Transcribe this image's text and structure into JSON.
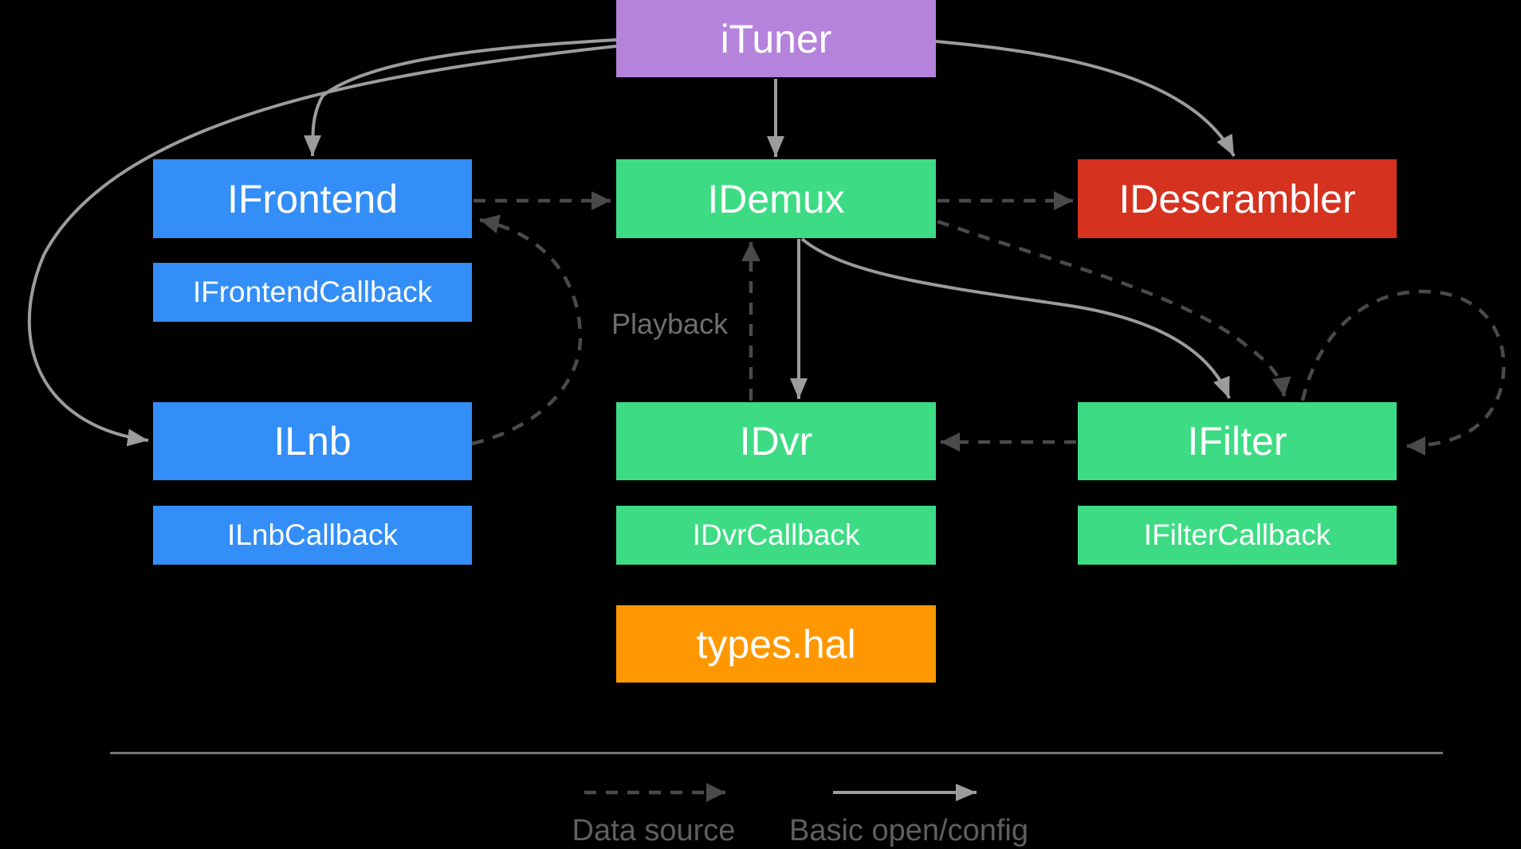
{
  "nodes": {
    "ituner": {
      "label": "iTuner",
      "color": "#b583db"
    },
    "ifrontend": {
      "label": "IFrontend",
      "color": "#338ef7"
    },
    "ifrontend_callback": {
      "label": "IFrontendCallback",
      "color": "#338ef7"
    },
    "ilnb": {
      "label": "ILnb",
      "color": "#338ef7"
    },
    "ilnb_callback": {
      "label": "ILnbCallback",
      "color": "#338ef7"
    },
    "idemux": {
      "label": "IDemux",
      "color": "#3ddc84"
    },
    "idvr": {
      "label": "IDvr",
      "color": "#3ddc84"
    },
    "idvr_callback": {
      "label": "IDvrCallback",
      "color": "#3ddc84"
    },
    "types_hal": {
      "label": "types.hal",
      "color": "#ff9800"
    },
    "idescrambler": {
      "label": "IDescrambler",
      "color": "#d5321f"
    },
    "ifilter": {
      "label": "IFilter",
      "color": "#3ddc84"
    },
    "ifilter_callback": {
      "label": "IFilterCallback",
      "color": "#3ddc84"
    }
  },
  "annotations": {
    "playback": "Playback"
  },
  "legend": {
    "data_source": "Data source",
    "basic_open_config": "Basic open/config"
  },
  "edges": [
    {
      "from": "iTuner",
      "to": "IDemux",
      "type": "solid"
    },
    {
      "from": "iTuner",
      "to": "IFrontend",
      "type": "solid"
    },
    {
      "from": "iTuner",
      "to": "ILnb",
      "type": "solid"
    },
    {
      "from": "iTuner",
      "to": "IDescrambler",
      "type": "solid"
    },
    {
      "from": "IDemux",
      "to": "IDvr",
      "type": "solid"
    },
    {
      "from": "IDemux",
      "to": "IFilter",
      "type": "solid"
    },
    {
      "from": "IFrontend",
      "to": "IDemux",
      "type": "dashed"
    },
    {
      "from": "IDemux",
      "to": "IDescrambler",
      "type": "dashed"
    },
    {
      "from": "IDvr",
      "to": "IDemux",
      "type": "dashed",
      "label": "Playback"
    },
    {
      "from": "IFilter",
      "to": "IDvr",
      "type": "dashed"
    },
    {
      "from": "ILnb",
      "to": "IFrontend",
      "type": "dashed"
    },
    {
      "from": "IDemux",
      "to": "IFilter",
      "type": "dashed"
    },
    {
      "from": "IFilter",
      "to": "IFilter",
      "type": "dashed"
    }
  ],
  "legend_meaning": {
    "dashed": "Data source",
    "solid": "Basic open/config"
  },
  "colors": {
    "background": "#000000",
    "solid_arrow": "#9c9c9c",
    "dashed_arrow": "#4a4a4a",
    "label_text": "#6e6e6e",
    "legend_text": "#5f5f5f",
    "divider": "#757575",
    "node_text": "#ffffff",
    "blue": "#338ef7",
    "green": "#3ddc84",
    "red": "#d5321f",
    "purple": "#b583db",
    "orange": "#ff9800"
  }
}
